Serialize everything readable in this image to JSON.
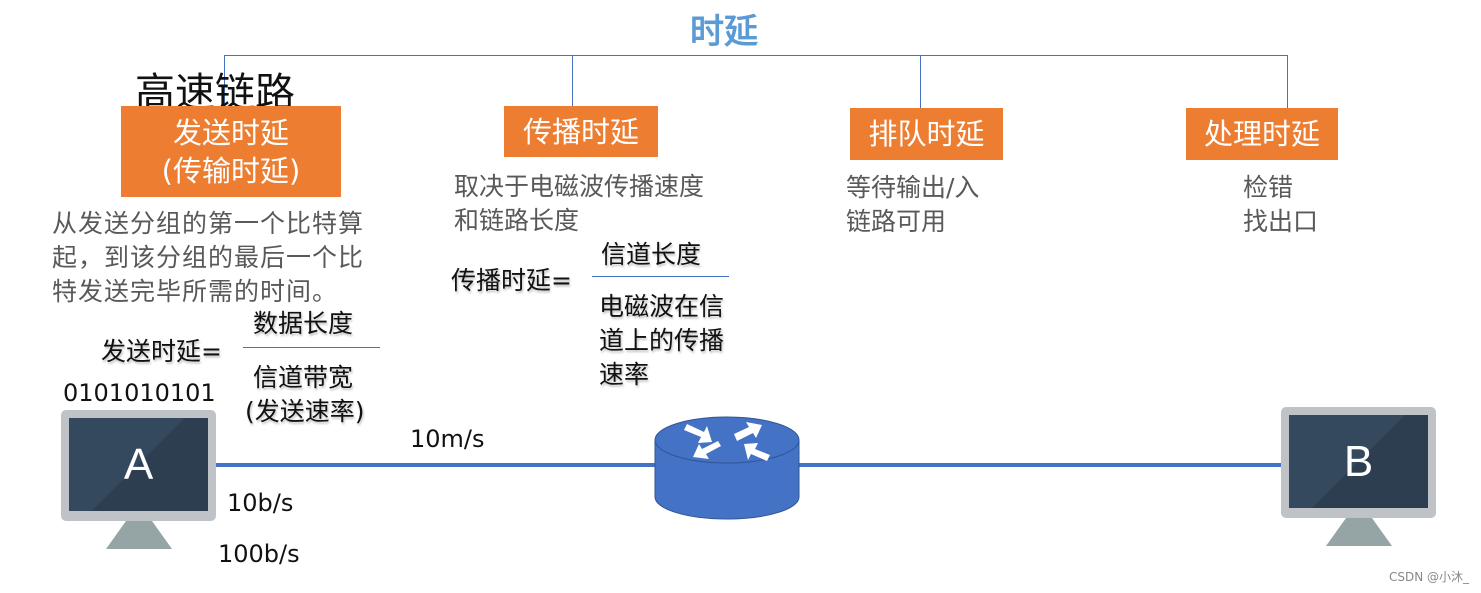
{
  "title": "时延",
  "link_label": "高速链路",
  "delays": [
    {
      "name": "发送时延",
      "alt": "(传输时延)",
      "desc": [
        "从发送分组的第一个比特算",
        "起，到该分组的最后一个比",
        "特发送完毕所需的时间。"
      ],
      "formula_lhs": "发送时延=",
      "numerator": "数据长度",
      "denominator": [
        "信道带宽",
        "(发送速率)"
      ]
    },
    {
      "name": "传播时延",
      "desc": [
        "取决于电磁波传播速度",
        "和链路长度"
      ],
      "formula_lhs": "传播时延=",
      "numerator": "信道长度",
      "denominator": [
        "电磁波在信",
        "道上的传播",
        "速率"
      ]
    },
    {
      "name": "排队时延",
      "desc": [
        "等待输出/入",
        "链路可用"
      ]
    },
    {
      "name": "处理时延",
      "desc": [
        "检错",
        "找出口"
      ]
    }
  ],
  "bits": "0101010101",
  "speed_prop": "10m/s",
  "rate1": "10b/s",
  "rate2": "100b/s",
  "host_a": "A",
  "host_b": "B",
  "watermark": "CSDN @小沐_",
  "colors": {
    "accent": "#ED7D31",
    "line": "#4472C4",
    "title": "#5B9BD5"
  }
}
